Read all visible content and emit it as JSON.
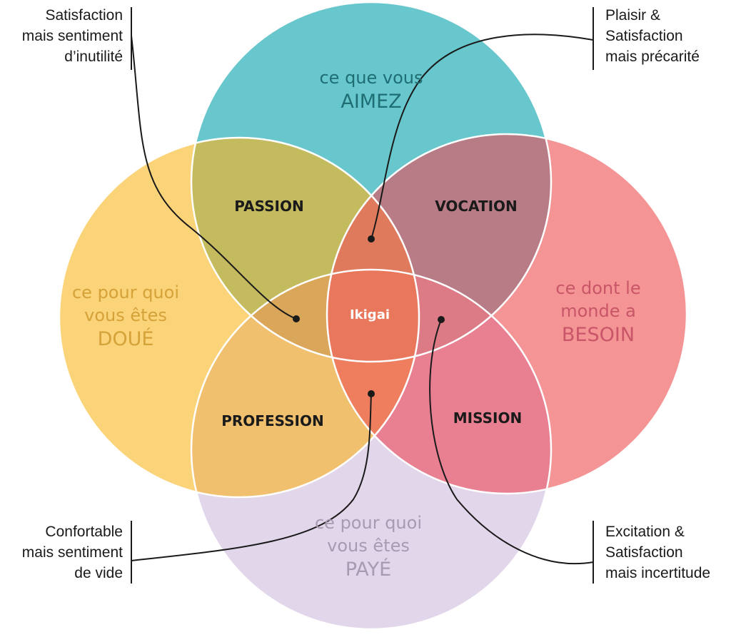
{
  "colors": {
    "aimez": "#67c7cd",
    "doue": "#fbd378",
    "besoin": "#f49494",
    "paye": "#e2d6ea",
    "passion": "#c4bb5f",
    "vocation": "#b77c85",
    "profession": "#f0c06e",
    "mission": "#e88092",
    "center_top": "#e07a5c",
    "center_left": "#d9a65a",
    "center_right": "#dc7b86",
    "center_bottom": "#ee7e5e",
    "ikigai": "#e8775c",
    "text_aimez": "#1e6e73",
    "text_doue": "#d5a23a",
    "text_besoin": "#c85668",
    "text_paye": "#a79bb1",
    "dark": "#1a1a1a",
    "white": "#ffffff"
  },
  "circles": {
    "aimez": {
      "line1": "ce que vous",
      "line2": "AIMEZ"
    },
    "doue": {
      "line1": "ce pour quoi",
      "line2": "vous êtes",
      "line3": "DOUÉ"
    },
    "besoin": {
      "line1": "ce dont le",
      "line2": "monde a",
      "line3": "BESOIN"
    },
    "paye": {
      "line1": "ce pour quoi",
      "line2": "vous êtes",
      "line3": "PAYÉ"
    }
  },
  "zones": {
    "passion": "PASSION",
    "vocation": "VOCATION",
    "profession": "PROFESSION",
    "mission": "MISSION",
    "ikigai": "Ikigai"
  },
  "annotations": {
    "top_left": [
      "Satisfaction",
      "mais sentiment",
      "d’inutilité"
    ],
    "top_right": [
      "Plaisir &",
      "Satisfaction",
      "mais précarité"
    ],
    "bottom_left": [
      "Confortable",
      "mais sentiment",
      "de vide"
    ],
    "bottom_right": [
      "Excitation &",
      "Satisfaction",
      "mais incertitude"
    ]
  }
}
